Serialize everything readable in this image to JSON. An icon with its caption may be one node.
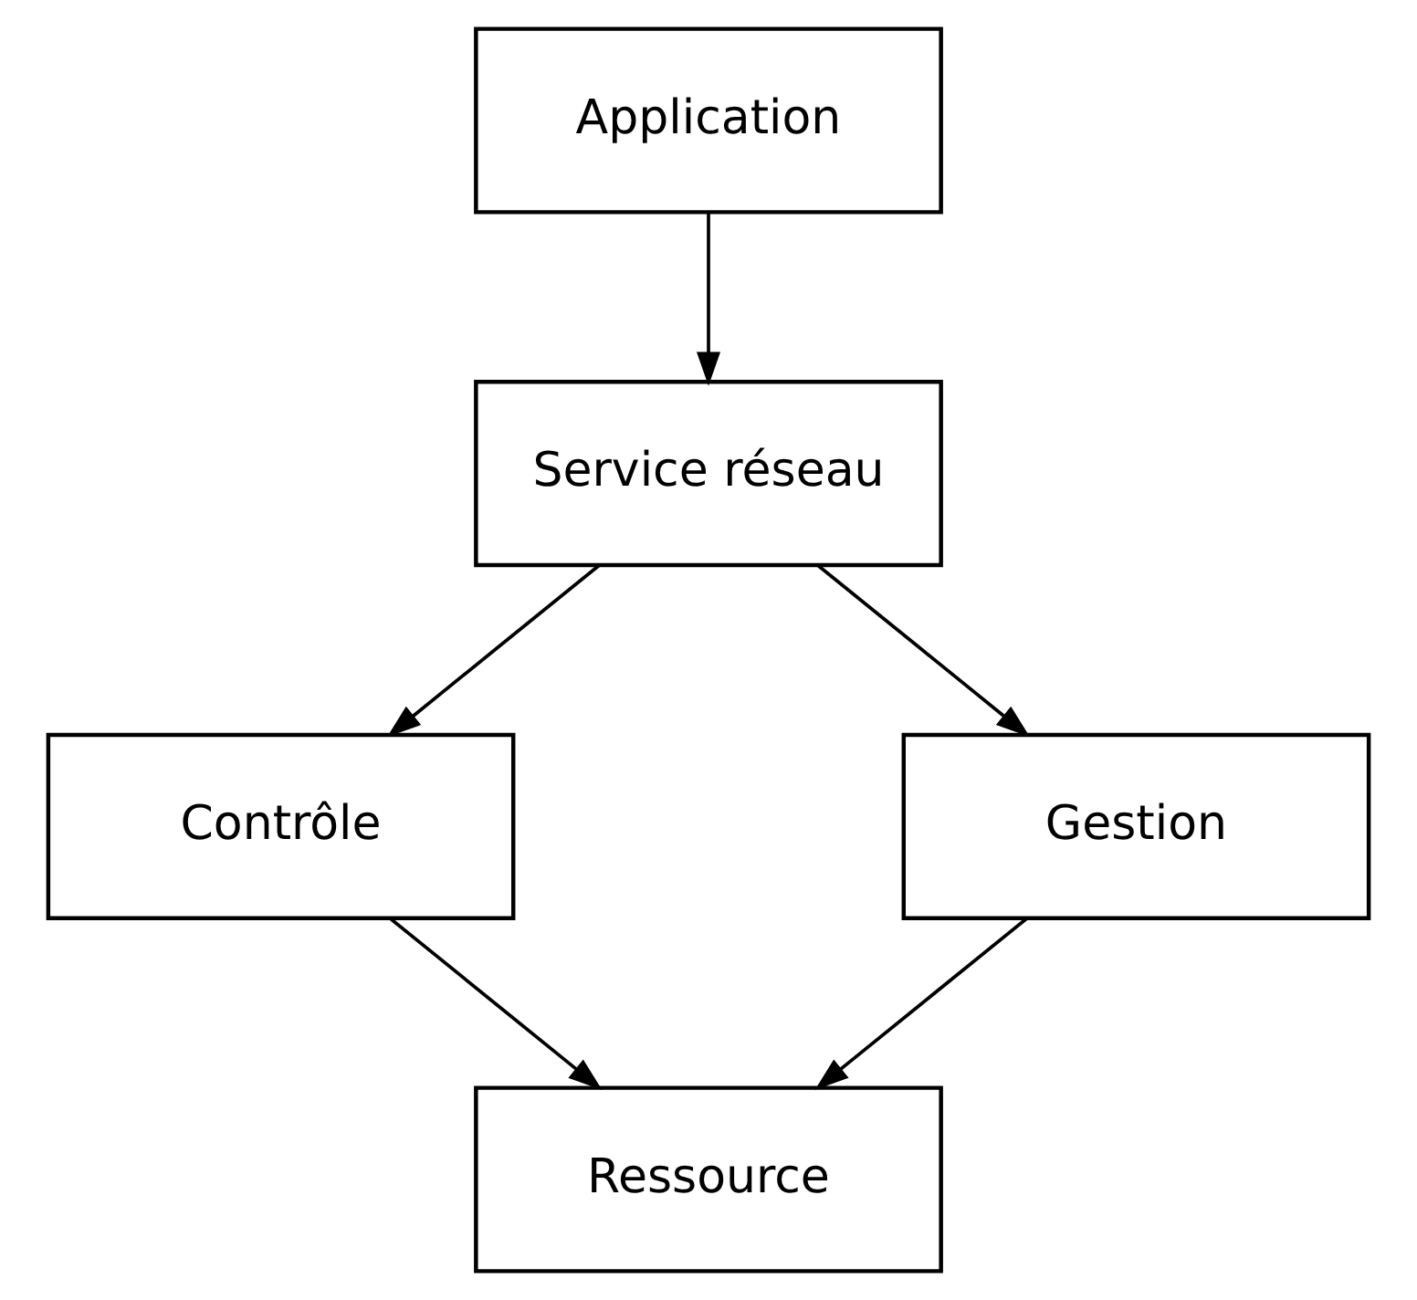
{
  "diagram": {
    "nodes": [
      {
        "text": [
          "Application"
        ]
      },
      {
        "text": [
          "Service réseau"
        ]
      },
      {
        "text": [
          "Contrôle"
        ]
      },
      {
        "text": [
          "Gestion"
        ]
      },
      {
        "text": [
          "Ressource"
        ]
      }
    ],
    "edges": [
      {
        "from": 0,
        "to": 1,
        "arrow": "to"
      },
      {
        "from": 1,
        "to": 2,
        "arrow": "to"
      },
      {
        "from": 1,
        "to": 3,
        "arrow": "to"
      },
      {
        "from": 2,
        "to": 4,
        "arrow": "to"
      },
      {
        "from": 3,
        "to": 4,
        "arrow": "to"
      }
    ]
  }
}
